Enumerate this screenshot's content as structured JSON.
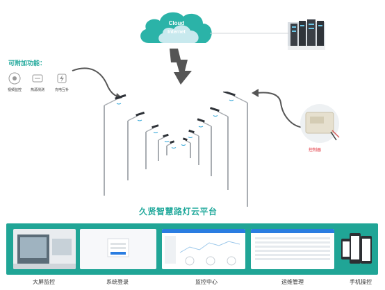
{
  "cloud": {
    "line1": "Cloud",
    "line2": "Internet",
    "color": "#2bb3a8"
  },
  "features": {
    "title": "可附加功能：",
    "items": [
      {
        "label": "视频监控",
        "icon": "camera-icon"
      },
      {
        "label": "热源测测",
        "icon": "sensor-icon"
      },
      {
        "label": "充电互补",
        "icon": "charging-icon"
      }
    ]
  },
  "controller": {
    "label": "控制器",
    "icon": "controller-device-icon"
  },
  "platform": {
    "title": "久贤智慧路灯云平台"
  },
  "modules": [
    {
      "label": "大屏监控"
    },
    {
      "label": "系统登录"
    },
    {
      "label": "监控中心"
    },
    {
      "label": "运维管理"
    },
    {
      "label": "手机操控"
    }
  ],
  "colors": {
    "accent": "#22a99c",
    "panel": "#20a596",
    "arrow": "#555555",
    "pole": "#a9adb2",
    "lamp": "#2e3238",
    "signal": "#2aa2d6"
  }
}
